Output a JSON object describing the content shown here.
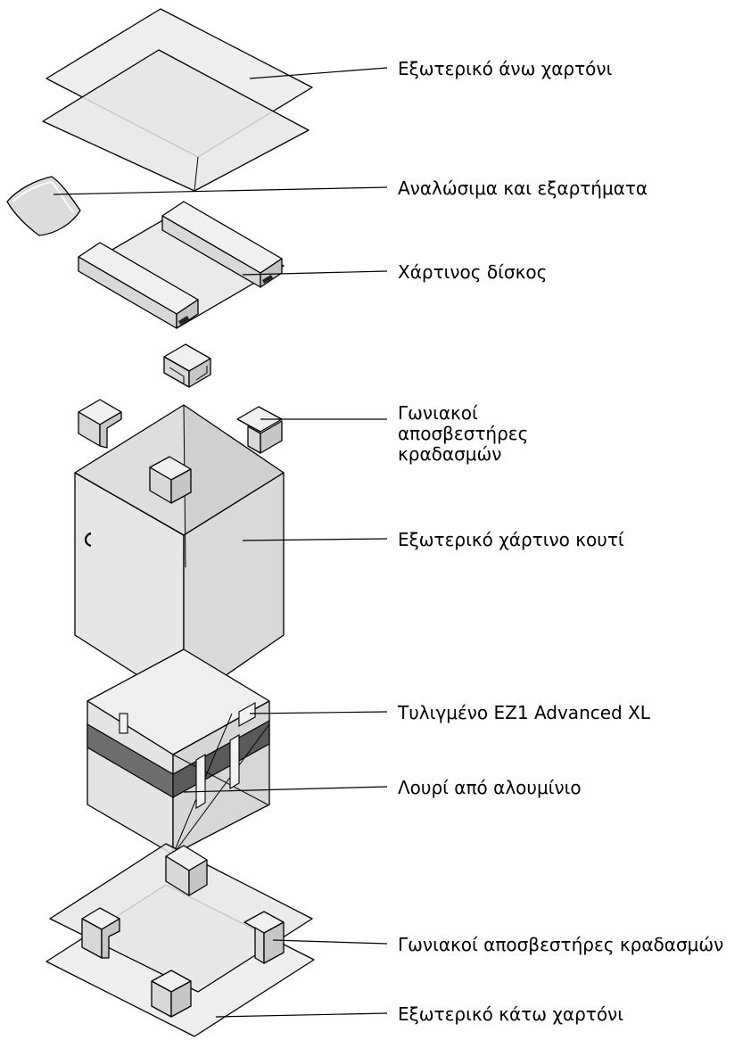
{
  "labels": {
    "outer_top_cardboard": "Εξωτερικό άνω χαρτόνι",
    "consumables": "Αναλώσιμα και εξαρτήματα",
    "paper_tray": "Χάρτινος δίσκος",
    "corner_cushions_top": [
      "Γωνιακοί",
      "αποσβεστήρες",
      "κραδασμών"
    ],
    "outer_box": "Εξωτερικό χάρτινο κουτί",
    "wrapped_device": "Τυλιγμένο EZ1 Advanced XL",
    "aluminium_strap": "Λουρί από αλουμίνιο",
    "corner_cushions_bottom": "Γωνιακοί αποσβεστήρες κραδασμών",
    "outer_bottom_cardboard": "Εξωτερικό κάτω χαρτόνι"
  },
  "colors": {
    "light_face": "#ececec",
    "mid_face": "#d6d6d6",
    "dark_face": "#bdbdbd",
    "strap": "#6e6e6e",
    "strap_dark": "#555555",
    "outline": "#000000"
  }
}
